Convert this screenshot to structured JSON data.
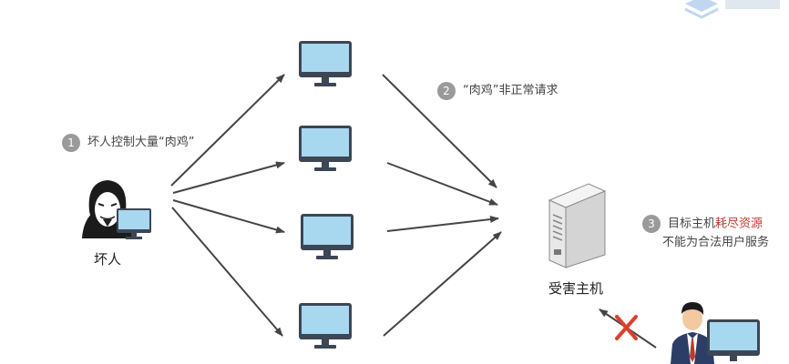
{
  "colors": {
    "arrow": "#454545",
    "monitor_frame": "#3c4654",
    "monitor_screen": "#a8d8f0",
    "server_body": "#e6e6e6",
    "blocked_cross": "#d9412f",
    "badge": "#9a9a9a",
    "accent_text": "#c0392b"
  },
  "icons": [
    "hacker-icon",
    "monitor-icon",
    "server-icon",
    "user-icon",
    "blocked-x-icon",
    "logo-icon"
  ],
  "steps": {
    "step1": {
      "number": "1",
      "text": "坏人控制大量“肉鸡”"
    },
    "step2": {
      "number": "2",
      "text": "“肉鸡”非正常请求"
    },
    "step3": {
      "number": "3",
      "line1_prefix": "目标主机",
      "line1_highlight": "耗尽资源",
      "line2": "不能为合法用户服务"
    }
  },
  "nodes": {
    "attacker_label": "坏人",
    "target_label": "受害主机"
  }
}
